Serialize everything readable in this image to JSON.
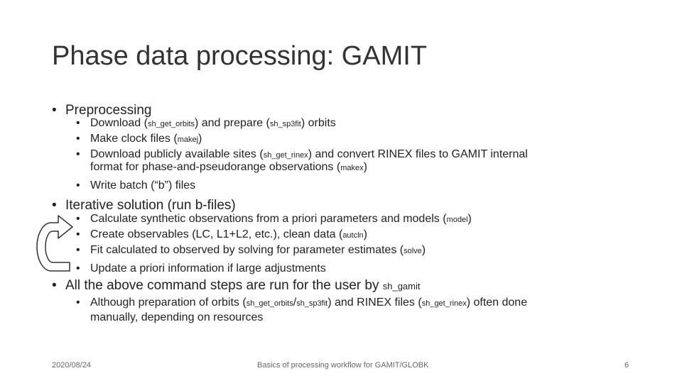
{
  "slide": {
    "title": "Phase data processing: GAMIT",
    "bullet_char": "•",
    "sections": [
      {
        "heading": "Preprocessing",
        "items": [
          [
            "Download (",
            "sh_get_orbits",
            ") and prepare (",
            "sh_sp3fit",
            ") orbits"
          ],
          [
            "Make clock files (",
            "makej",
            ")"
          ],
          [
            "Download publicly available sites (",
            "sh_get_rinex",
            ") and convert RINEX files to GAMIT internal"
          ],
          [
            "Write batch (“b”) files"
          ]
        ],
        "continuation": [
          "format for phase-and-pseudorange observations (",
          "makex",
          ")"
        ]
      },
      {
        "heading": "Iterative solution (run b-files)",
        "items": [
          [
            "Calculate synthetic observations from a priori parameters and models (",
            "model",
            ")"
          ],
          [
            "Create observables (LC, L1+L2, etc.), clean data (",
            "autcln",
            ")"
          ],
          [
            "Fit calculated to observed by solving for parameter estimates (",
            "solve",
            ")"
          ],
          [
            "Update a priori information if large adjustments"
          ]
        ]
      },
      {
        "heading": "All the above command steps are run for the user by ",
        "heading_cmd": "sh_gamit",
        "items": [
          [
            "Although preparation of orbits (",
            "sh_get_orbits",
            "/",
            "sh_sp3fit",
            ") and RINEX files (",
            "sh_get_rinex",
            ") often done"
          ]
        ],
        "continuation": [
          "manually, depending on resources"
        ]
      }
    ]
  },
  "footer": {
    "date": "2020/08/24",
    "center": "Basics of processing workflow for GAMIT/GLOBK",
    "page": "6"
  }
}
